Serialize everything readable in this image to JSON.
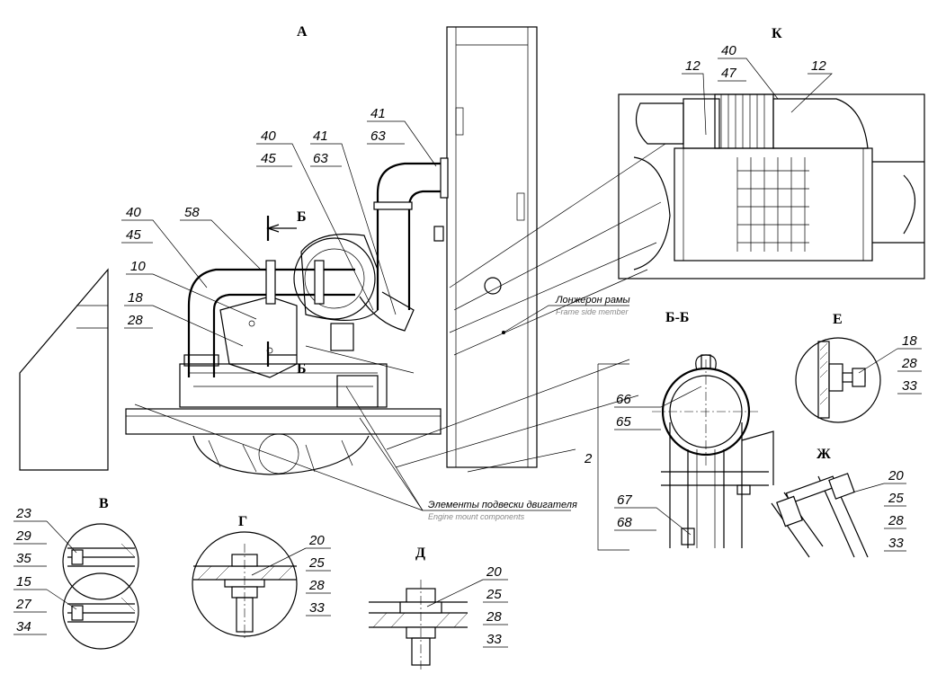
{
  "views": {
    "a": "А",
    "k": "К",
    "bb": "Б-Б",
    "e": "Е",
    "zh": "Ж",
    "v": "В",
    "g": "Г",
    "d": "Д",
    "b_top": "Б",
    "b_bottom": "Б"
  },
  "callouts": {
    "c40_45_a": [
      "40",
      "45"
    ],
    "c41_63_a": [
      "41",
      "63"
    ],
    "c41_63_b": [
      "41",
      "63"
    ],
    "c40_45_b": [
      "40",
      "45"
    ],
    "c58": "58",
    "c10": "10",
    "c18_28": [
      "18",
      "28"
    ],
    "k_40_47": [
      "40",
      "47"
    ],
    "k_12_left": "12",
    "k_12_right": "12",
    "bb_66_65": [
      "66",
      "65"
    ],
    "bb_67_68": [
      "67",
      "68"
    ],
    "bb_2": "2",
    "e_18_28_33": [
      "18",
      "28",
      "33"
    ],
    "zh_20_25_28_33": [
      "20",
      "25",
      "28",
      "33"
    ],
    "v_23_29_35": [
      "23",
      "29",
      "35"
    ],
    "v_15_27_34": [
      "15",
      "27",
      "34"
    ],
    "g_20_25_28_33": [
      "20",
      "25",
      "28",
      "33"
    ],
    "d_20_25_28_33": [
      "20",
      "25",
      "28",
      "33"
    ]
  },
  "notes": {
    "frame_ru": "Лонжерон рамы",
    "frame_en": "Frame side member",
    "mount_ru": "Элементы подвески двигателя",
    "mount_en": "Engine mount components"
  }
}
